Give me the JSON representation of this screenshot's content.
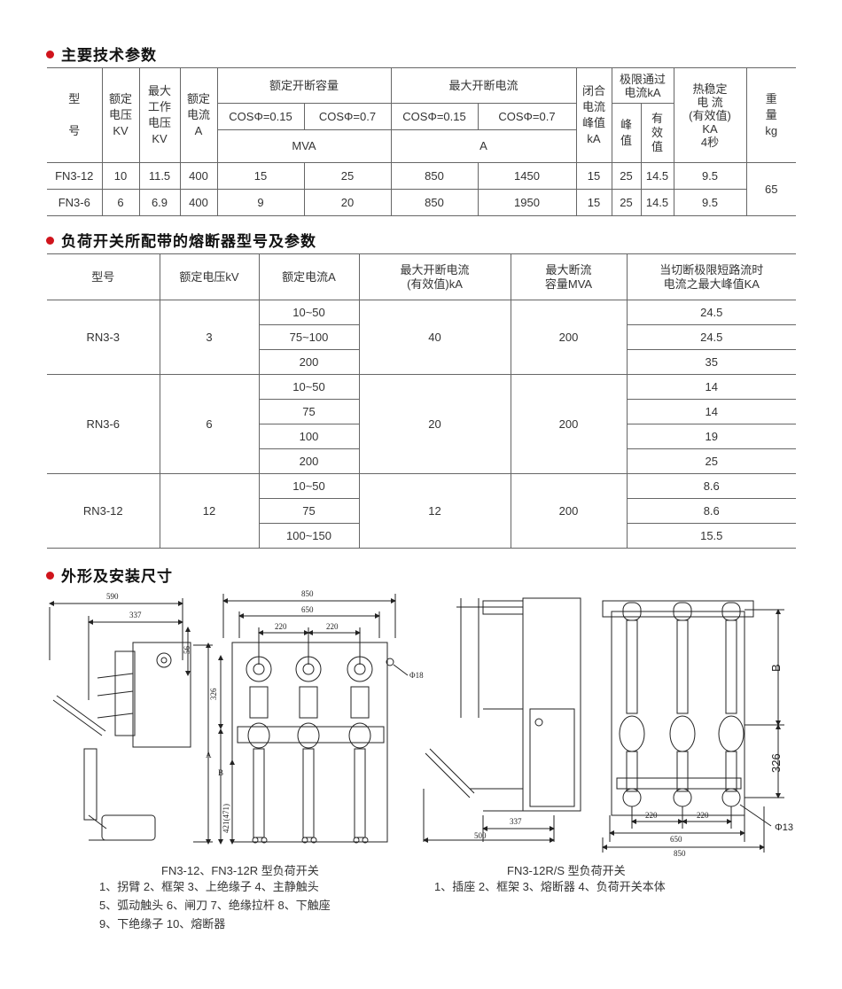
{
  "sections": {
    "s1": "主要技术参数",
    "s2": "负荷开关所配带的熔断器型号及参数",
    "s3": "外形及安装尺寸"
  },
  "t1": {
    "h_model": "型\n\n号",
    "h_voltage": "额定\n电压\nKV",
    "h_maxv": "最大\n工作\n电压\nKV",
    "h_current": "额定\n电流\nA",
    "h_break_cap": "额定开断容量",
    "h_max_break": "最大开断电流",
    "h_close": "闭合\n电流\n峰值\nkA",
    "h_limit": "极限通过\n电流kA",
    "h_thermal": "热稳定\n电  流\n(有效值)\nKA\n4秒",
    "h_weight": "重\n量\nkg",
    "cos1": "COSΦ=0.15",
    "cos2": "COSΦ=0.7",
    "cos3": "COSΦ=0.15",
    "cos4": "COSΦ=0.7",
    "unit_mva": "MVA",
    "unit_a": "A",
    "peak": "峰\n值",
    "eff": "有\n效\n值",
    "rows": [
      [
        "FN3-12",
        "10",
        "11.5",
        "400",
        "15",
        "25",
        "850",
        "1450",
        "15",
        "25",
        "14.5",
        "9.5"
      ],
      [
        "FN3-6",
        "6",
        "6.9",
        "400",
        "9",
        "20",
        "850",
        "1950",
        "15",
        "25",
        "14.5",
        "9.5"
      ]
    ],
    "weight": "65"
  },
  "t2": {
    "headers": [
      "型号",
      "额定电压kV",
      "额定电流A",
      "最大开断电流\n(有效值)kA",
      "最大断流\n容量MVA",
      "当切断极限短路流时\n电流之最大峰值KA"
    ],
    "groups": [
      {
        "model": "RN3-3",
        "voltage": "3",
        "break": "40",
        "cap": "200",
        "rows": [
          [
            "10~50",
            "24.5"
          ],
          [
            "75~100",
            "24.5"
          ],
          [
            "200",
            "35"
          ]
        ]
      },
      {
        "model": "RN3-6",
        "voltage": "6",
        "break": "20",
        "cap": "200",
        "rows": [
          [
            "10~50",
            "14"
          ],
          [
            "75",
            "14"
          ],
          [
            "100",
            "19"
          ],
          [
            "200",
            "25"
          ]
        ]
      },
      {
        "model": "RN3-12",
        "voltage": "12",
        "break": "12",
        "cap": "200",
        "rows": [
          [
            "10~50",
            "8.6"
          ],
          [
            "75",
            "8.6"
          ],
          [
            "100~150",
            "15.5"
          ]
        ]
      }
    ]
  },
  "diagram": {
    "d590": "590",
    "d337a": "337",
    "d56": "56",
    "d326a": "326",
    "dA": "A",
    "dB": "B",
    "d421": "421(471)",
    "d850a": "850",
    "d650a": "650",
    "d220a": "220",
    "d220b": "220",
    "d18": "Φ18",
    "d337b": "337",
    "d500": "500",
    "dB2": "B",
    "d326b": "326",
    "d220c": "220",
    "d220d": "220",
    "d650b": "650",
    "d850b": "850",
    "d13": "Φ13"
  },
  "captions": {
    "left": "FN3-12、FN3-12R 型负荷开关",
    "right": "FN3-12R/S 型负荷开关",
    "legend_left": [
      "1、拐臂 2、框架 3、上绝缘子 4、主静触头",
      "5、弧动触头  6、闸刀 7、绝缘拉杆 8、下触座",
      "9、下绝缘子 10、熔断器"
    ],
    "legend_right": [
      "1、插座 2、框架 3、熔断器 4、负荷开关本体"
    ]
  }
}
